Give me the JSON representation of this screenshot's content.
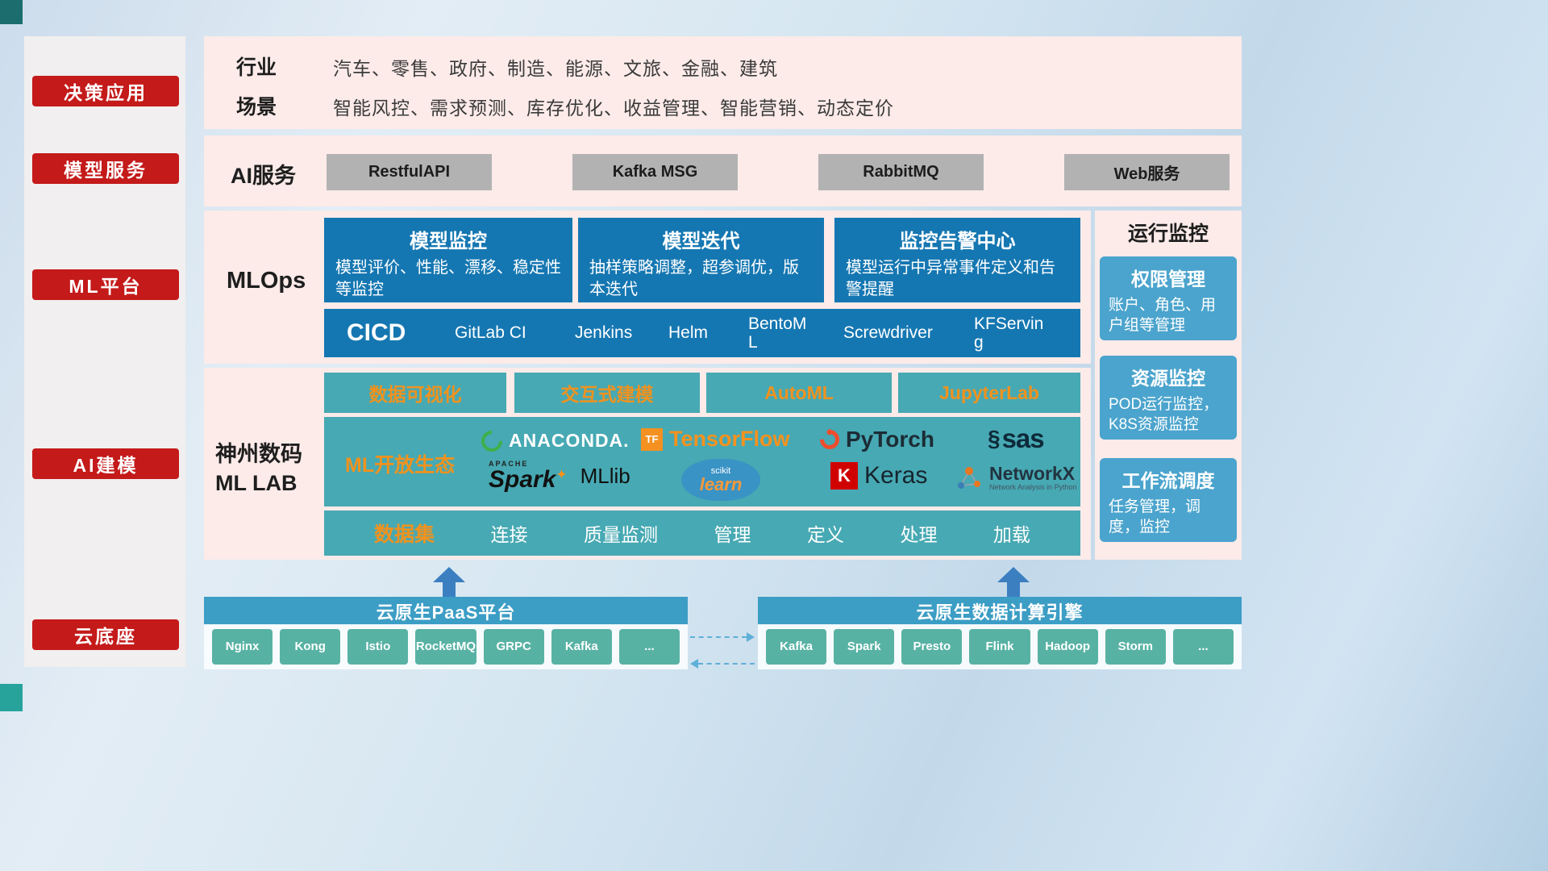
{
  "colors": {
    "accent_red": "#c41a1a",
    "panel_pink": "#fcebe9",
    "blue_card": "#1577b2",
    "teal_card": "#47a9b3",
    "light_blue_card": "#4ba4cd",
    "gray_button": "#b2b2b2",
    "orange_text": "#f0921e",
    "bottom_bar": "#3c9dc5",
    "bottom_button": "#58b2a4",
    "arrow_blue": "#3b7fc1"
  },
  "sidebar": {
    "items": [
      {
        "label": "决策应用"
      },
      {
        "label": "模型服务"
      },
      {
        "label": "ML平台"
      },
      {
        "label": "AI建模"
      },
      {
        "label": "云底座"
      }
    ]
  },
  "industry": {
    "row1_label": "行业",
    "row1_text": "汽车、零售、政府、制造、能源、文旅、金融、建筑",
    "row2_label": "场景",
    "row2_text": "智能风控、需求预测、库存优化、收益管理、智能营销、动态定价"
  },
  "ai_service": {
    "label": "AI服务",
    "buttons": [
      "RestfulAPI",
      "Kafka MSG",
      "RabbitMQ",
      "Web服务"
    ]
  },
  "mlops": {
    "label": "MLOps",
    "cards": [
      {
        "title": "模型监控",
        "desc": "模型评价、性能、漂移、稳定性等监控"
      },
      {
        "title": "模型迭代",
        "desc": "抽样策略调整，超参调优，版本迭代"
      },
      {
        "title": "监控告警中心",
        "desc": "模型运行中异常事件定义和告警提醒"
      }
    ],
    "cicd_label": "CICD",
    "cicd_items": [
      "GitLab CI",
      "Jenkins",
      "Helm",
      "BentoML",
      "Screwdriver",
      "KFServing"
    ]
  },
  "monitor": {
    "title": "运行监控",
    "cards": [
      {
        "title": "权限管理",
        "desc": "账户、角色、用户组等管理"
      },
      {
        "title": "资源监控",
        "desc": "POD运行监控，K8S资源监控"
      },
      {
        "title": "工作流调度",
        "desc": "任务管理，调度，监控"
      }
    ]
  },
  "mllab": {
    "label_line1": "神州数码",
    "label_line2": "ML LAB",
    "tools": [
      "数据可视化",
      "交互式建模",
      "AutoML",
      "JupyterLab"
    ],
    "ecosystem_label": "ML开放生态",
    "logos": {
      "anaconda": "ANACONDA.",
      "tensorflow_tf": "TF",
      "tensorflow": "TensorFlow",
      "pytorch": "PyTorch",
      "sas_swoosh": "§",
      "sas": "sas",
      "spark_apache": "APACHE",
      "spark": "Spark",
      "spark_star": "✦",
      "spark_suffix": "MLlib",
      "sklearn_top": "scikit",
      "sklearn": "learn",
      "keras_letter": "K",
      "keras": "Keras",
      "networkx": "NetworkX",
      "networkx_subtitle": "Network Analysis in Python"
    },
    "data_items": [
      "数据集",
      "连接",
      "质量监测",
      "管理",
      "定义",
      "处理",
      "加载"
    ]
  },
  "foundation": {
    "paas_title": "云原生PaaS平台",
    "paas_items": [
      "Nginx",
      "Kong",
      "Istio",
      "RocketMQ",
      "GRPC",
      "Kafka",
      "..."
    ],
    "compute_title": "云原生数据计算引擎",
    "compute_items": [
      "Kafka",
      "Spark",
      "Presto",
      "Flink",
      "Hadoop",
      "Storm",
      "..."
    ]
  }
}
